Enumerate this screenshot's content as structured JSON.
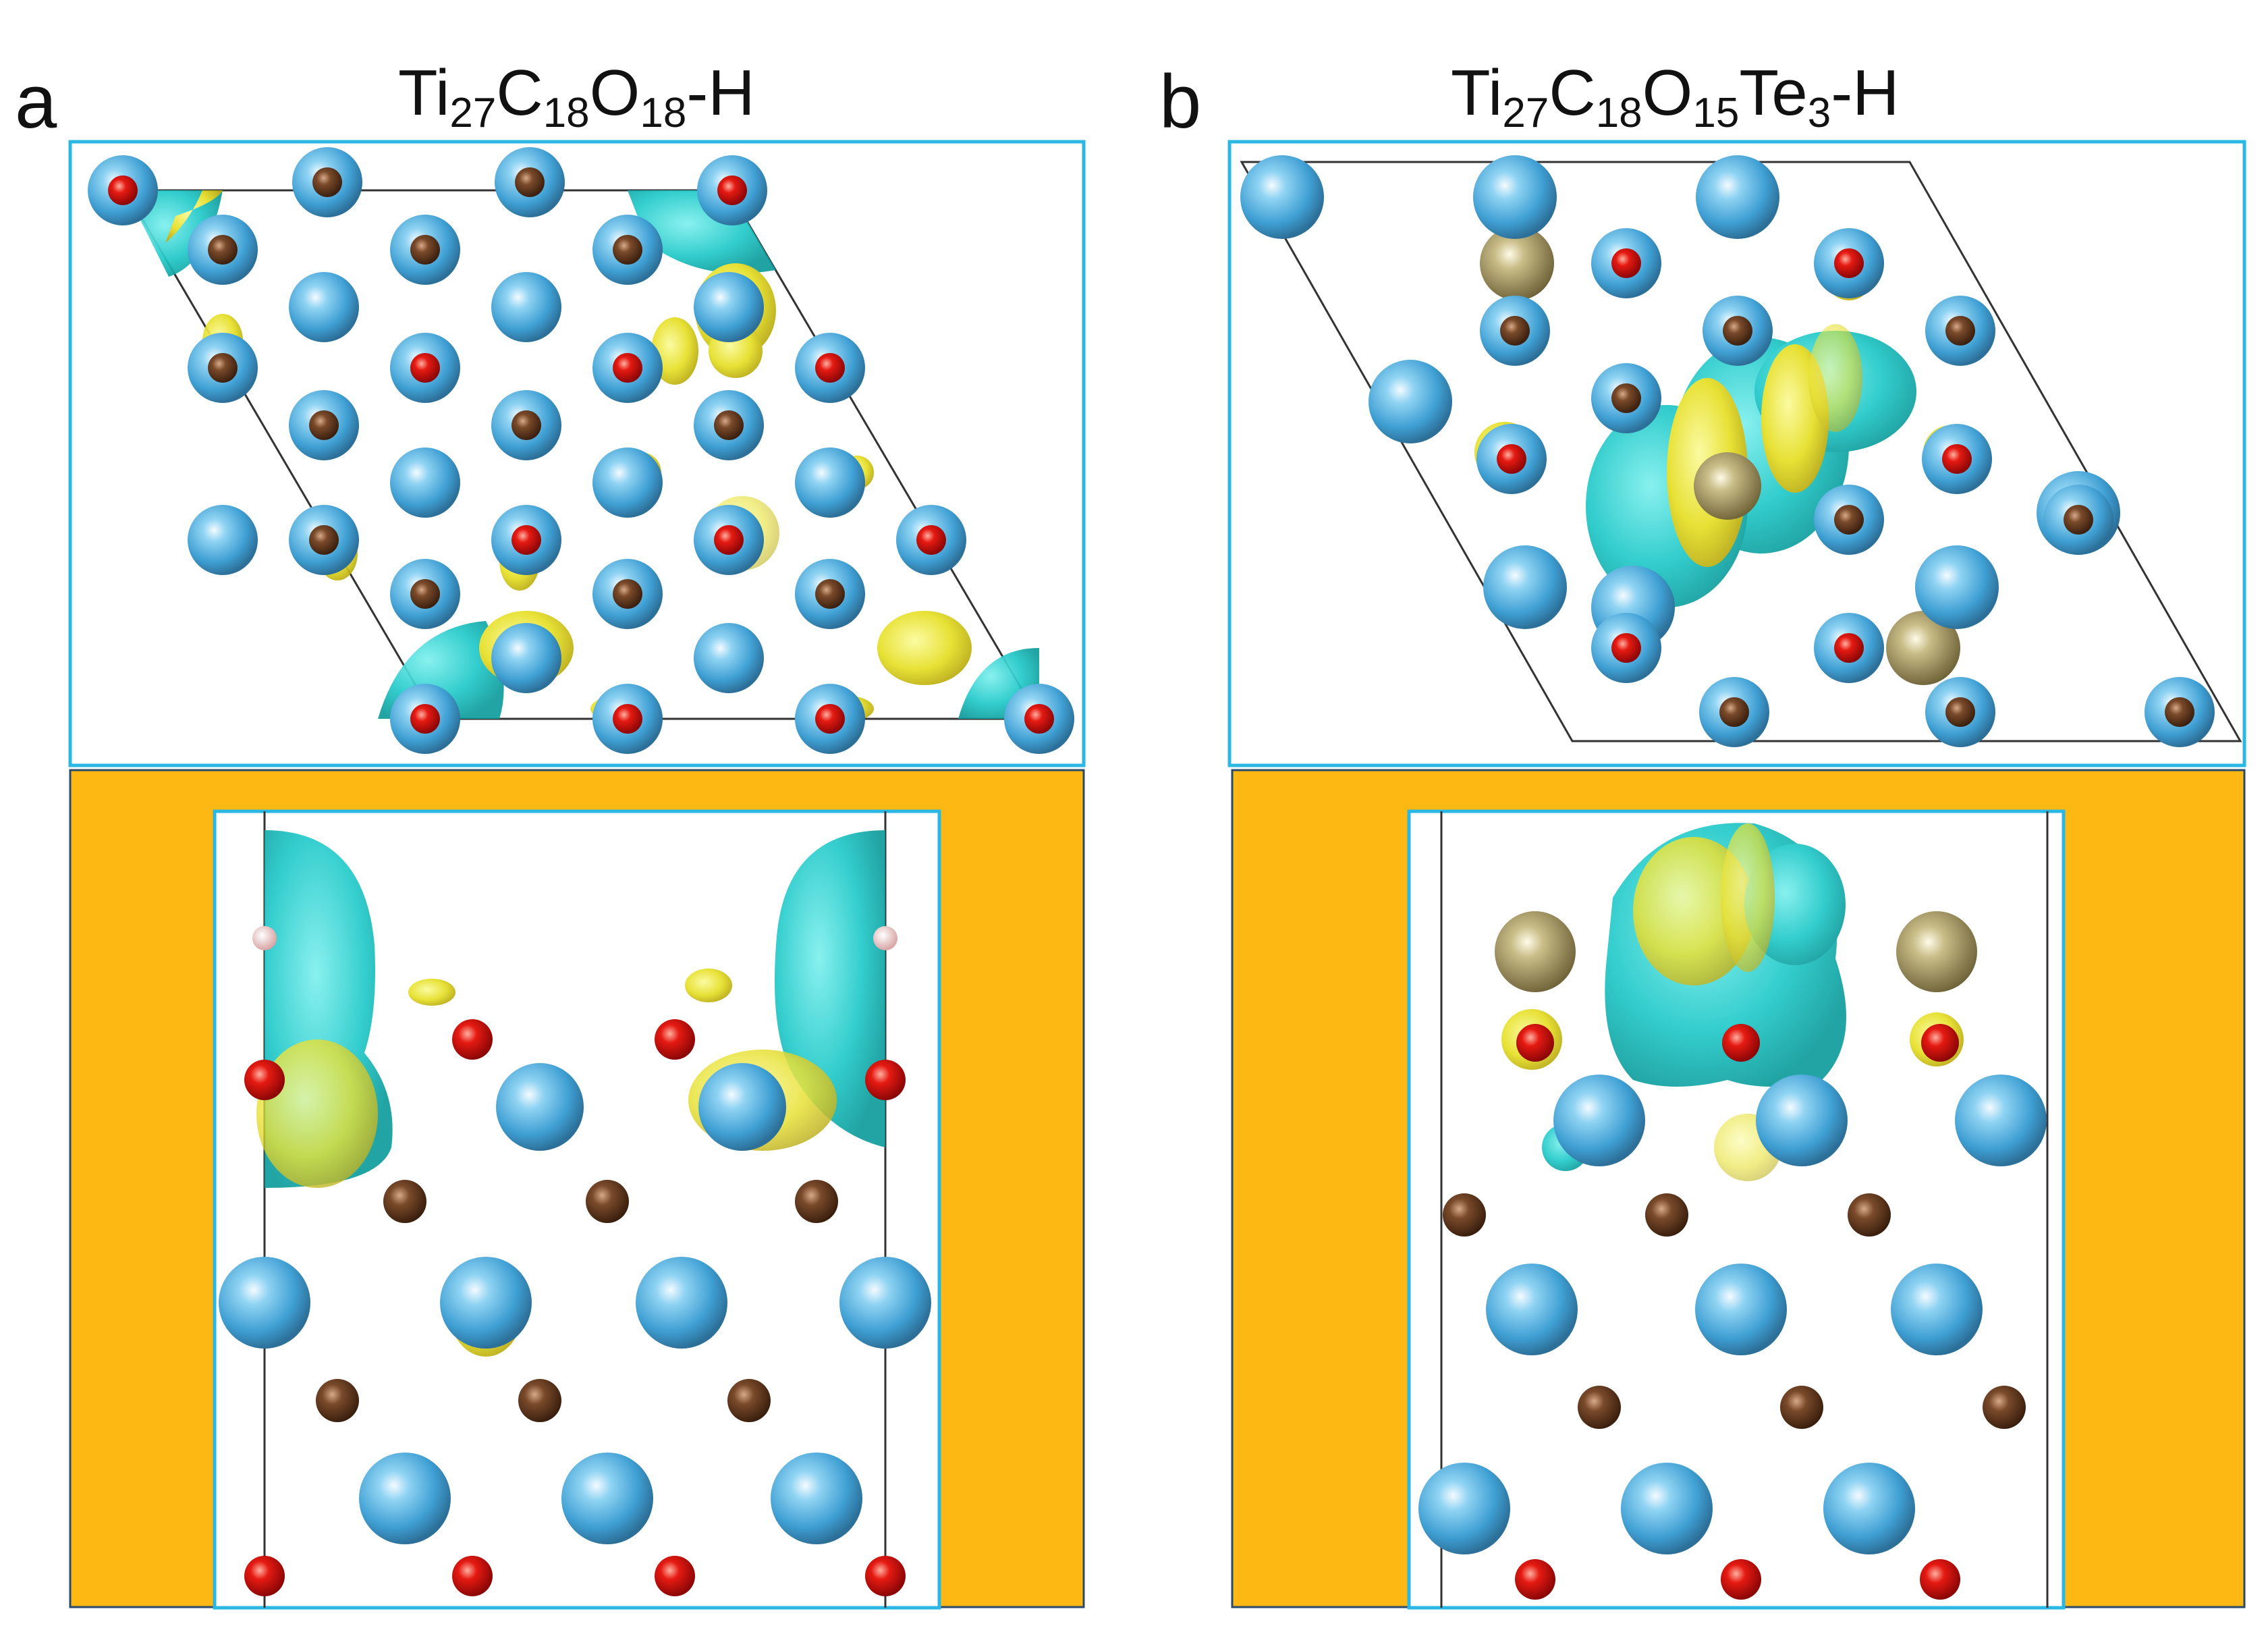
{
  "figure": {
    "panels": [
      {
        "letter": "a",
        "formula": [
          {
            "t": "Ti"
          },
          {
            "t": "27",
            "sub": true
          },
          {
            "t": "C"
          },
          {
            "t": "18",
            "sub": true
          },
          {
            "t": "O"
          },
          {
            "t": "18",
            "sub": true
          },
          {
            "t": "-H"
          }
        ]
      },
      {
        "letter": "b",
        "formula": [
          {
            "t": "Ti"
          },
          {
            "t": "27",
            "sub": true
          },
          {
            "t": "C"
          },
          {
            "t": "18",
            "sub": true
          },
          {
            "t": "O"
          },
          {
            "t": "15",
            "sub": true
          },
          {
            "t": "Te"
          },
          {
            "t": "3",
            "sub": true
          },
          {
            "t": "-H"
          }
        ]
      }
    ],
    "colors": {
      "frame": "#2ab7e3",
      "cell_line": "#333333",
      "background_band": "#fdb813",
      "ti": "#4aa8d8",
      "c": "#6b4226",
      "o": "#e01010",
      "te": "#a89a63",
      "h": "#f2c8c8",
      "charge_cyan": "#22c9c9",
      "charge_yellow": "#e8e020"
    },
    "atom_legend_icons": [
      "titanium-atom",
      "carbon-atom",
      "oxygen-atom",
      "tellurium-atom",
      "hydrogen-atom"
    ]
  }
}
